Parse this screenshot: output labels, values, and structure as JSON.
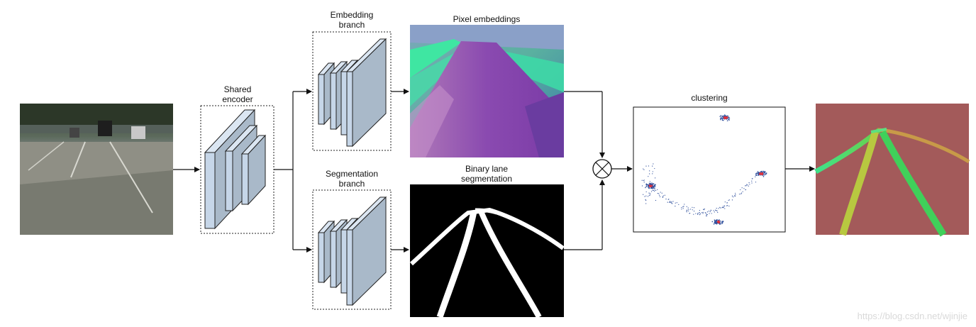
{
  "labels": {
    "shared_encoder": "Shared\nencoder",
    "embedding_branch": "Embedding\nbranch",
    "segmentation_branch": "Segmentation\nbranch",
    "pixel_embeddings": "Pixel embeddings",
    "binary_lane_segmentation": "Binary lane\nsegmentation",
    "clustering": "clustering"
  },
  "watermark": "https://blog.csdn.net/wjinjie",
  "colors": {
    "layer_fill": "#c6d6e8",
    "layer_stroke": "#222222",
    "embedding_green": "#3fe6a2",
    "embedding_purple": "#8c42b0",
    "lane_bg": "#000000",
    "lane_white": "#ffffff",
    "cluster_blue": "#2f4f9c",
    "cluster_red": "#e0303a",
    "output_bg": "#a35a5a",
    "output_green": "#40d05a",
    "output_yellow": "#b8c840"
  }
}
